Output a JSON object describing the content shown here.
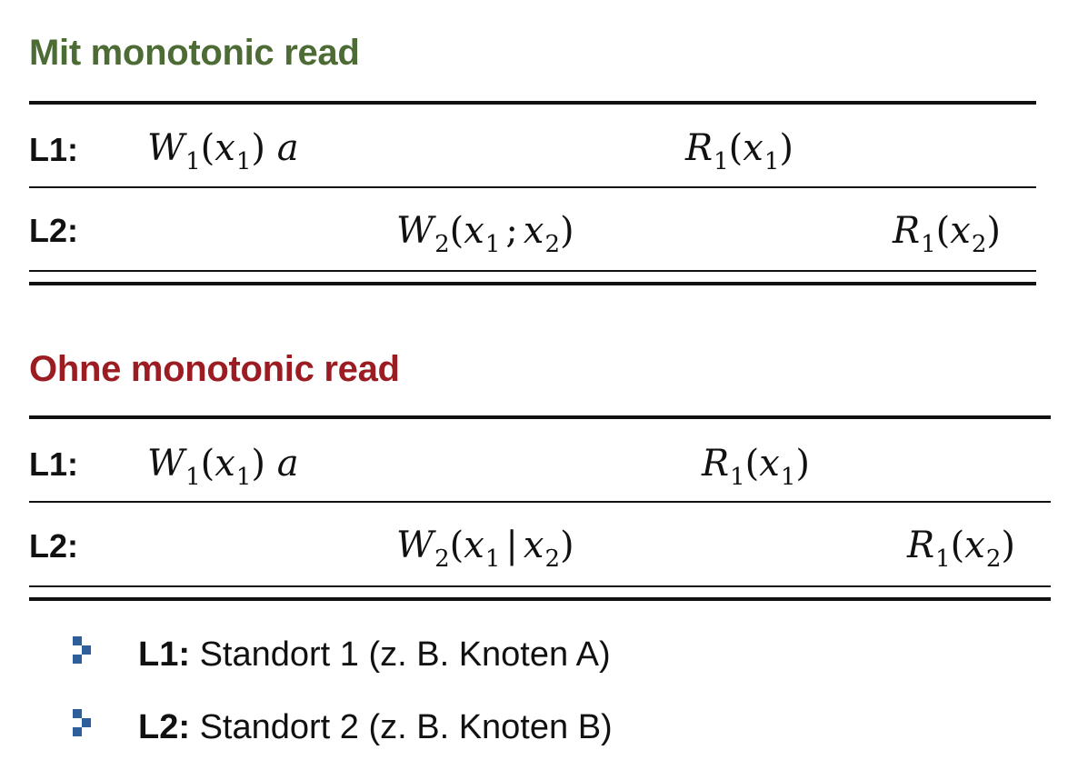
{
  "sections": [
    {
      "title": "Mit monotonic read",
      "rows": [
        {
          "label": "L1:",
          "ops": [
            {
              "op": "W",
              "sub": "1",
              "args": [
                {
                  "v": "x",
                  "s": "1"
                }
              ],
              "sep": "",
              "suffix": "a"
            },
            {
              "op": "R",
              "sub": "1",
              "args": [
                {
                  "v": "x",
                  "s": "1"
                }
              ],
              "sep": "",
              "suffix": ""
            }
          ]
        },
        {
          "label": "L2:",
          "ops": [
            {
              "op": "W",
              "sub": "2",
              "args": [
                {
                  "v": "x",
                  "s": "1"
                },
                {
                  "v": "x",
                  "s": "2"
                }
              ],
              "sep": ";",
              "suffix": ""
            },
            {
              "op": "R",
              "sub": "1",
              "args": [
                {
                  "v": "x",
                  "s": "2"
                }
              ],
              "sep": "",
              "suffix": ""
            }
          ]
        }
      ]
    },
    {
      "title": "Ohne monotonic read",
      "rows": [
        {
          "label": "L1:",
          "ops": [
            {
              "op": "W",
              "sub": "1",
              "args": [
                {
                  "v": "x",
                  "s": "1"
                }
              ],
              "sep": "",
              "suffix": "a"
            },
            {
              "op": "R",
              "sub": "1",
              "args": [
                {
                  "v": "x",
                  "s": "1"
                }
              ],
              "sep": "",
              "suffix": ""
            }
          ]
        },
        {
          "label": "L2:",
          "ops": [
            {
              "op": "W",
              "sub": "2",
              "args": [
                {
                  "v": "x",
                  "s": "1"
                },
                {
                  "v": "x",
                  "s": "2"
                }
              ],
              "sep": "|",
              "suffix": ""
            },
            {
              "op": "R",
              "sub": "1",
              "args": [
                {
                  "v": "x",
                  "s": "2"
                }
              ],
              "sep": "",
              "suffix": ""
            }
          ]
        }
      ]
    }
  ],
  "legend": [
    {
      "key": "L1:",
      "text": "Standort 1 (z. B. Knoten A)",
      "icon": "stepped-square-bullet-icon"
    },
    {
      "key": "L2:",
      "text": "Standort 2 (z. B. Knoten B)",
      "icon": "stepped-square-bullet-icon"
    }
  ],
  "colors": {
    "green_title": "#4d6b35",
    "red_title": "#9b1c22",
    "bullet": "#2f5f9a"
  }
}
